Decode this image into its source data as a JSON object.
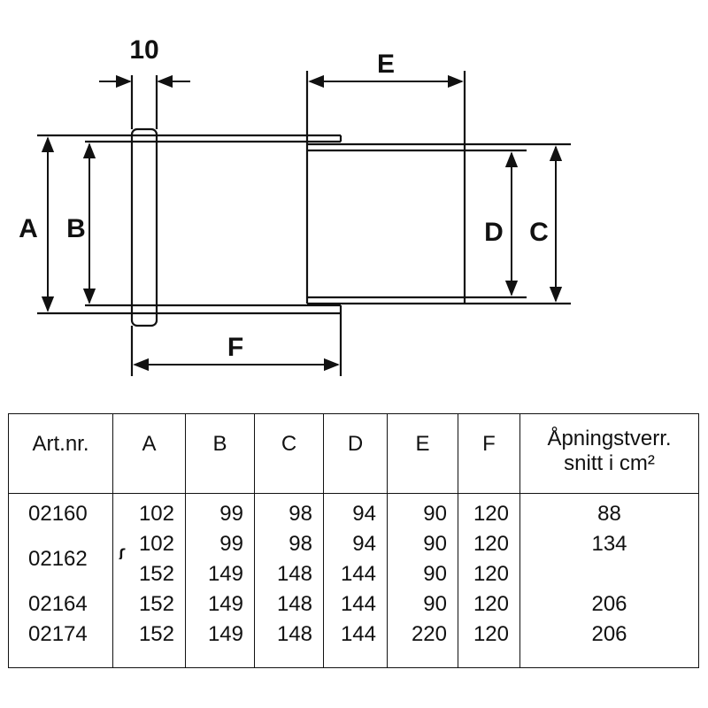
{
  "drawing": {
    "dim_top_width": "10",
    "labels": [
      "A",
      "B",
      "C",
      "D",
      "E",
      "F"
    ]
  },
  "table": {
    "headers": [
      "Art.nr.",
      "A",
      "B",
      "C",
      "D",
      "E",
      "F"
    ],
    "open_header_line1": "Åpningstverr.",
    "open_header_line2": "snitt i cm²",
    "rows": [
      {
        "art": "02160",
        "A": "102",
        "B": "99",
        "C": "98",
        "D": "94",
        "E": "90",
        "F": "120",
        "open": "88"
      },
      {
        "art": "02162",
        "A": "102",
        "B": "99",
        "C": "98",
        "D": "94",
        "E": "90",
        "F": "120",
        "open": "134"
      },
      {
        "art": "",
        "A": "152",
        "B": "149",
        "C": "148",
        "D": "144",
        "E": "90",
        "F": "120",
        "open": ""
      },
      {
        "art": "02164",
        "A": "152",
        "B": "149",
        "C": "148",
        "D": "144",
        "E": "90",
        "F": "120",
        "open": "206"
      },
      {
        "art": "02174",
        "A": "152",
        "B": "149",
        "C": "148",
        "D": "144",
        "E": "220",
        "F": "120",
        "open": "206"
      }
    ]
  }
}
